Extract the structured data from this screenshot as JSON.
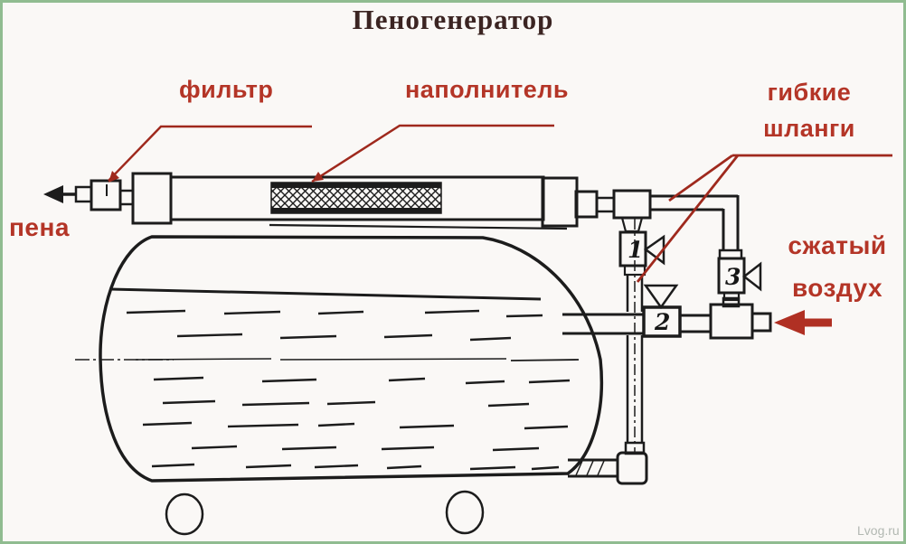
{
  "title": "Пеногенератор",
  "labels": {
    "filter": "фильтр",
    "filler": "наполнитель",
    "hoses": [
      "гибкие",
      "шланги"
    ],
    "foam": "пена",
    "compressed_air": [
      "сжатый",
      "воздух"
    ]
  },
  "valve_numbers": {
    "valve1": "1",
    "valve2": "2",
    "valve3": "3"
  },
  "watermark": "Lvog.ru",
  "colors": {
    "label_red": "#b43527",
    "leader_red": "#9f291d",
    "arrow_red": "#b03023",
    "line_black": "#1c1c1c",
    "title_brown": "#3b2422",
    "border_green": "#90bc90",
    "background": "#faf8f6",
    "watermark_gray": "#b2b8b2"
  }
}
